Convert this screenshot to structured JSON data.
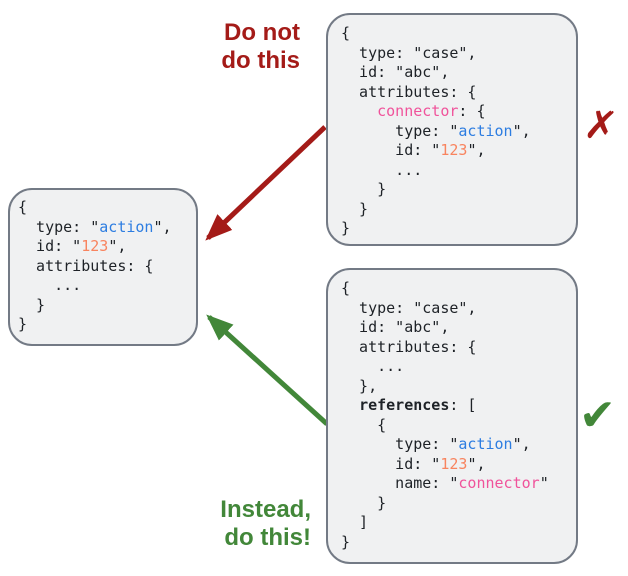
{
  "colors": {
    "box_fill": "#f0f1f2",
    "box_border": "#737a85",
    "code": "#1e2227",
    "pink": "#f0539b",
    "blue": "#2d7de1",
    "coral": "#f8845f",
    "red": "#a41b18",
    "green": "#428739"
  },
  "labels": {
    "do_not": "Do not\ndo this",
    "instead": "Instead,\ndo this!"
  },
  "marks": {
    "cross": "✗",
    "check": "✔"
  },
  "code_blocks": {
    "target": {
      "description": "referenced action resource",
      "lines": [
        [
          {
            "t": "{"
          }
        ],
        [
          {
            "t": "  type: \""
          },
          {
            "t": "action",
            "c": "blue"
          },
          {
            "t": "\","
          }
        ],
        [
          {
            "t": "  id: \""
          },
          {
            "t": "123",
            "c": "coral"
          },
          {
            "t": "\","
          }
        ],
        [
          {
            "t": "  attributes: {"
          }
        ],
        [
          {
            "t": "    ..."
          }
        ],
        [
          {
            "t": "  }"
          }
        ],
        [
          {
            "t": "}"
          }
        ]
      ]
    },
    "bad": {
      "description": "anti-pattern: embedded connector object",
      "lines": [
        [
          {
            "t": "{"
          }
        ],
        [
          {
            "t": "  type: \"case\","
          }
        ],
        [
          {
            "t": "  id: \"abc\","
          }
        ],
        [
          {
            "t": "  attributes: {"
          }
        ],
        [
          {
            "t": "    "
          },
          {
            "t": "connector",
            "c": "pink"
          },
          {
            "t": ": {"
          }
        ],
        [
          {
            "t": "      type: \""
          },
          {
            "t": "action",
            "c": "blue"
          },
          {
            "t": "\","
          }
        ],
        [
          {
            "t": "      id: \""
          },
          {
            "t": "123",
            "c": "coral"
          },
          {
            "t": "\","
          }
        ],
        [
          {
            "t": "      ..."
          }
        ],
        [
          {
            "t": "    }"
          }
        ],
        [
          {
            "t": "  }"
          }
        ],
        [
          {
            "t": "}"
          }
        ]
      ]
    },
    "good": {
      "description": "recommended pattern: references array",
      "lines": [
        [
          {
            "t": "{"
          }
        ],
        [
          {
            "t": "  type: \"case\","
          }
        ],
        [
          {
            "t": "  id: \"abc\","
          }
        ],
        [
          {
            "t": "  attributes: {"
          }
        ],
        [
          {
            "t": "    ..."
          }
        ],
        [
          {
            "t": "  },"
          }
        ],
        [
          {
            "t": "  "
          },
          {
            "t": "references",
            "c": "bold"
          },
          {
            "t": ": ["
          }
        ],
        [
          {
            "t": "    {"
          }
        ],
        [
          {
            "t": "      type: \""
          },
          {
            "t": "action",
            "c": "blue"
          },
          {
            "t": "\","
          }
        ],
        [
          {
            "t": "      id: \""
          },
          {
            "t": "123",
            "c": "coral"
          },
          {
            "t": "\","
          }
        ],
        [
          {
            "t": "      name: \""
          },
          {
            "t": "connector",
            "c": "pink"
          },
          {
            "t": "\""
          }
        ],
        [
          {
            "t": "    }"
          }
        ],
        [
          {
            "t": "  ]"
          }
        ],
        [
          {
            "t": "}"
          }
        ]
      ]
    }
  }
}
